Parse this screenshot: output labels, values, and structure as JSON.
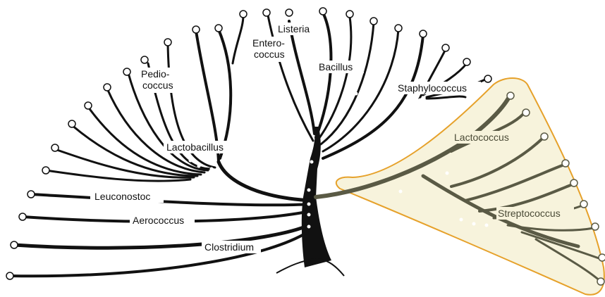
{
  "diagram": {
    "labels": {
      "listeria": "Listeria",
      "entero_1": "Entero-",
      "entero_2": "coccus",
      "pedio_1": "Pedio-",
      "pedio_2": "coccus",
      "bacillus": "Bacillus",
      "staphylococcus": "Staphylococcus",
      "lactobacillus": "Lactobacillus",
      "lactococcus": "Lactococcus",
      "leuconostoc": "Leuconostoc",
      "aerococcus": "Aerococcus",
      "streptococcus": "Streptococcus",
      "clostridium": "Clostridium"
    },
    "colors": {
      "branch": "#111111",
      "highlight_fill": "#f7f3dc",
      "highlight_border": "#e6a12a",
      "highlight_branch": "#5a5a45"
    }
  }
}
